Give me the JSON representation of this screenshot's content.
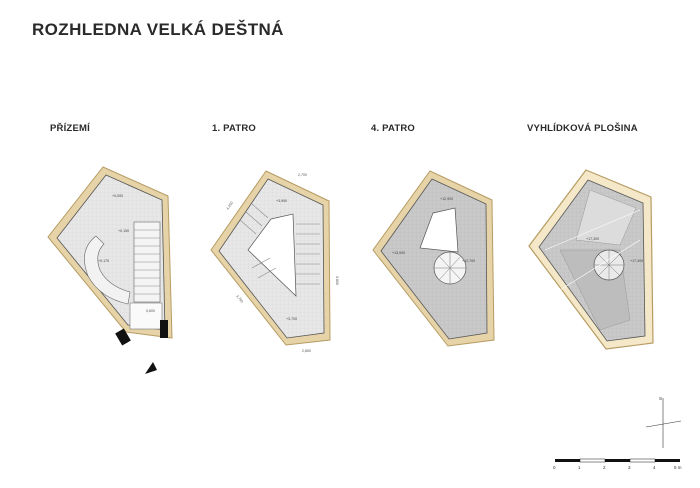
{
  "title": "ROZHLEDNA VELKÁ DEŠTNÁ",
  "plans": [
    {
      "label": "PŘÍZEMÍ",
      "levels": [
        "+0,000",
        "+0,150",
        "+0,170"
      ],
      "dims": [
        "0,600"
      ]
    },
    {
      "label": "1. PATRO",
      "levels": [
        "+3,900",
        "+3,700"
      ],
      "dims": [
        "2,700",
        "4,250",
        "3,750",
        "2,850",
        "3,800"
      ]
    },
    {
      "label": "4. PATRO",
      "levels": [
        "+12,900",
        "+13,000",
        "+12,700"
      ],
      "dims": []
    },
    {
      "label": "VYHLÍDKOVÁ PLOŠINA",
      "levels": [
        "+17,300",
        "+17,300"
      ],
      "dims": []
    }
  ],
  "north": {
    "letter": "S"
  },
  "scale": {
    "ticks": [
      "0",
      "1",
      "2",
      "3",
      "4",
      "5 m"
    ]
  }
}
